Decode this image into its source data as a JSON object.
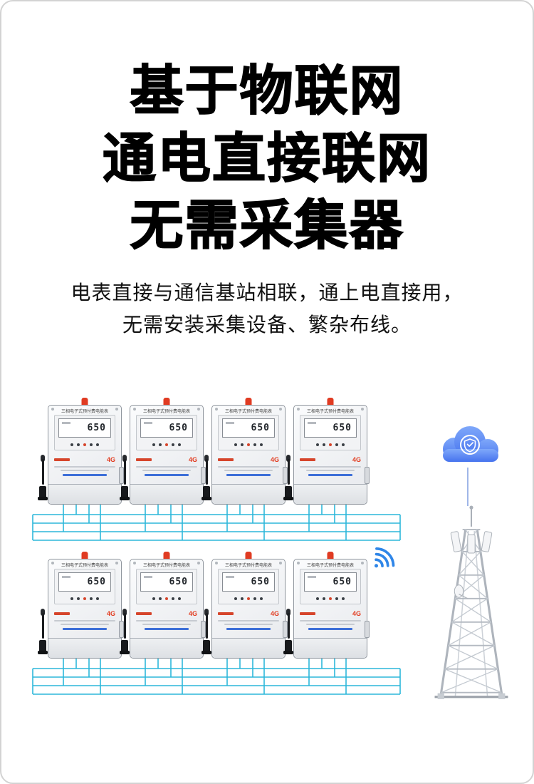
{
  "headline": {
    "lines": [
      "基于物联网",
      "通电直接联网",
      "无需采集器"
    ]
  },
  "subtitle": {
    "lines": [
      "电表直接与通信基站相联，通上电直接用，",
      "无需安装采集设备、繁杂布线。"
    ]
  },
  "diagram": {
    "rows": 2,
    "meters_per_row": 4,
    "meter": {
      "title": "三相电子式预付费电能表",
      "display_value": "650",
      "badge": "4G"
    },
    "icons": {
      "cloud": "cloud-shield",
      "wifi": "wifi-signal",
      "tower": "cell-tower",
      "antenna": "external-antenna"
    },
    "colors": {
      "wire": "#2db7da",
      "cloud_blue": "#4673ee",
      "antenna_red": "#e03b22",
      "badge_red": "#e23a1e"
    }
  }
}
